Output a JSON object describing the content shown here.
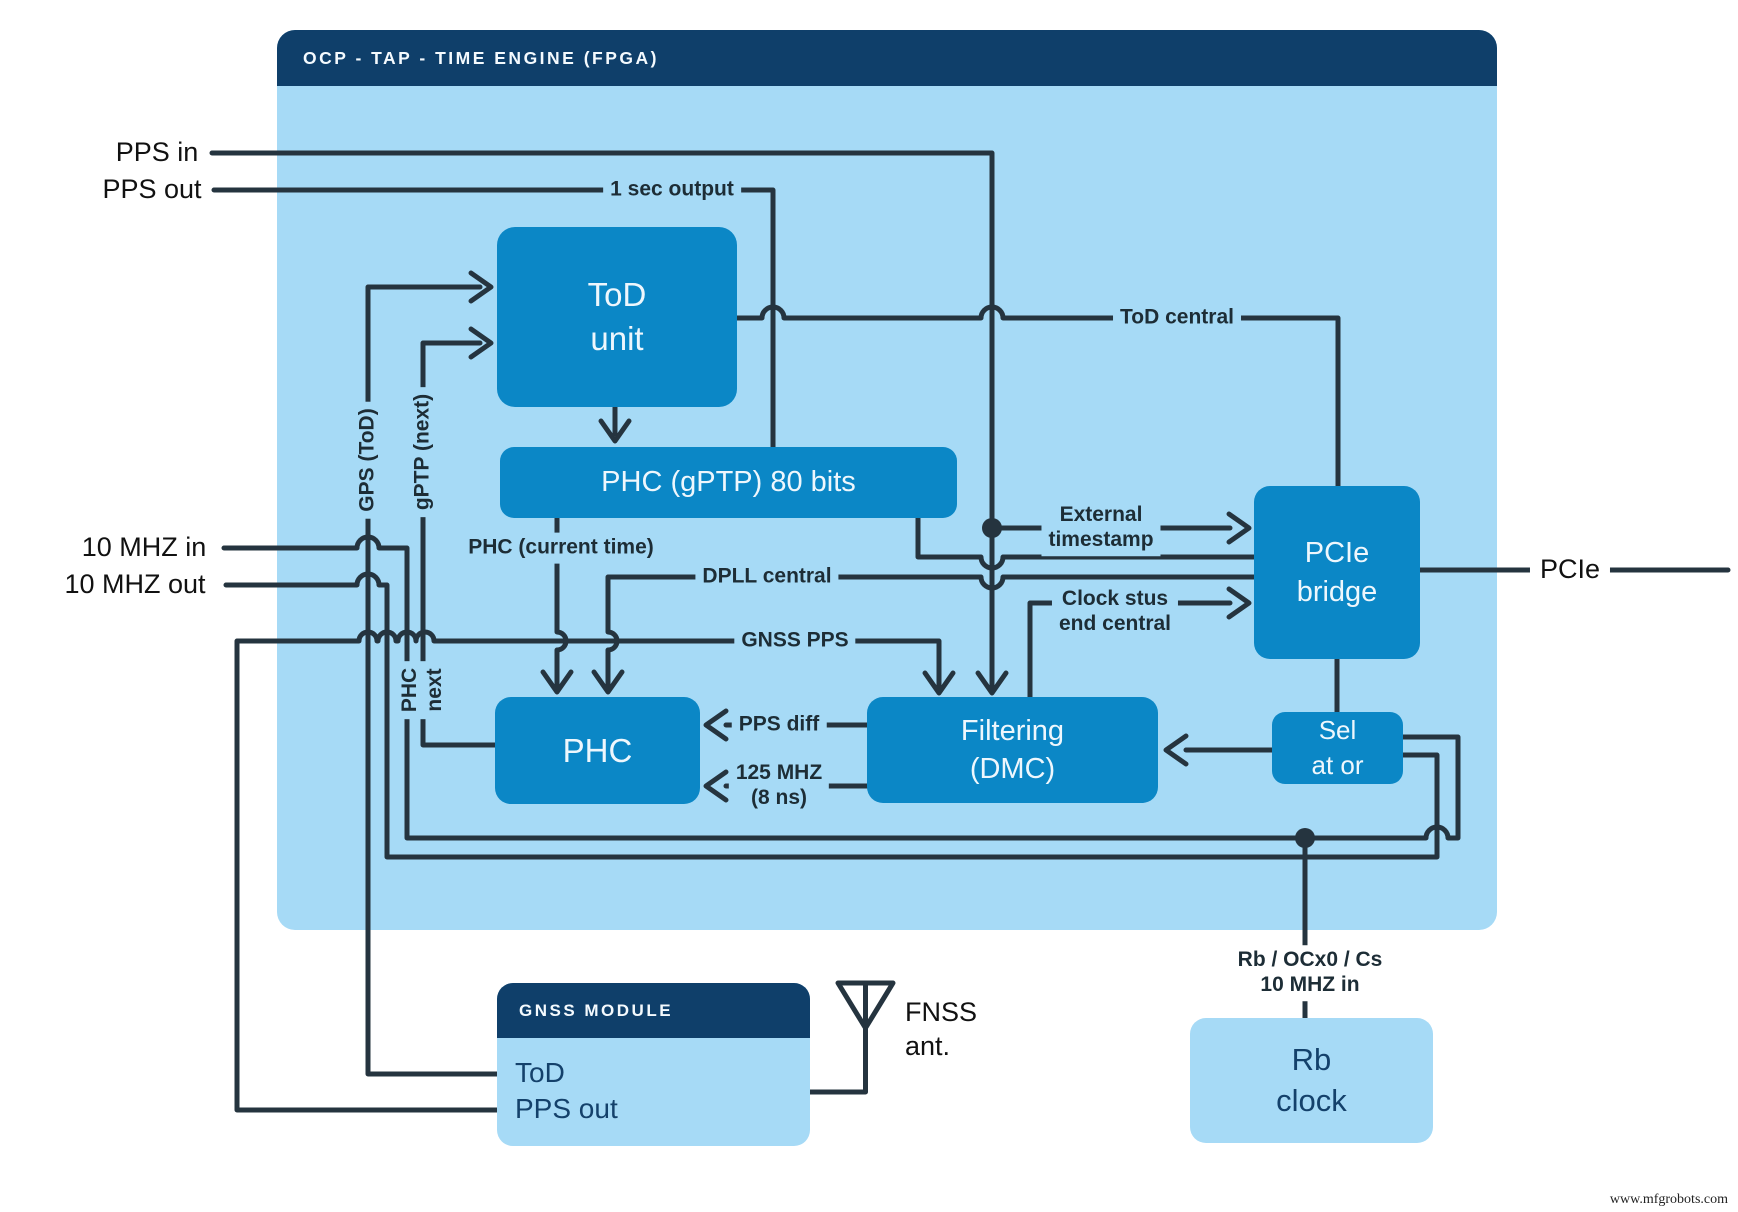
{
  "fpga": {
    "title": "OCP - TAP - TIME ENGINE (FPGA)"
  },
  "blocks": {
    "tod_unit": {
      "lines": [
        "ToD",
        "unit"
      ]
    },
    "phc80": {
      "label": "PHC (gPTP) 80 bits"
    },
    "pcie_bridge": {
      "lines": [
        "PCIe",
        "bridge"
      ]
    },
    "phc": {
      "label": "PHC"
    },
    "filtering": {
      "lines": [
        "Filtering",
        "(DMC)"
      ]
    },
    "selector": {
      "lines": [
        "Sel",
        "at or"
      ]
    },
    "gnss_module": {
      "header": "GNSS MODULE",
      "lines": [
        "ToD",
        "PPS out"
      ]
    },
    "rb_clock": {
      "lines": [
        "Rb",
        "clock"
      ]
    }
  },
  "external_labels": {
    "pps_in": "PPS in",
    "pps_out": "PPS out",
    "mhz10_in": "10 MHZ in",
    "mhz10_out": "10 MHZ out",
    "pcie": "PCIe",
    "antenna": {
      "lines": [
        "FNSS",
        "ant."
      ]
    },
    "rb_input": {
      "lines": [
        "Rb / OCx0 / Cs",
        "10 MHZ in"
      ]
    }
  },
  "signal_labels": {
    "one_sec_output": "1 sec output",
    "tod_central": "ToD central",
    "gps_tod": "GPS (ToD)",
    "gptp_next": "gPTP (next)",
    "phc_current": "PHC (current time)",
    "dpll_central": "DPLL central",
    "gnss_pps": "GNSS PPS",
    "external_timestamp": {
      "lines": [
        "External",
        "timestamp"
      ]
    },
    "clock_status": {
      "lines": [
        "Clock stus",
        "end central"
      ]
    },
    "phc_next": {
      "lines": [
        "PHC",
        "next"
      ]
    },
    "pps_diff": "PPS diff",
    "mhz125": {
      "lines": [
        "125 MHZ",
        "(8 ns)"
      ]
    }
  },
  "colors": {
    "block_blue": "#0b87c6",
    "panel_light_blue": "#a6daf6",
    "header_navy": "#0f3f6a",
    "wire_dark": "#25343f"
  },
  "page": {
    "watermark": "www.mfgrobots.com"
  }
}
